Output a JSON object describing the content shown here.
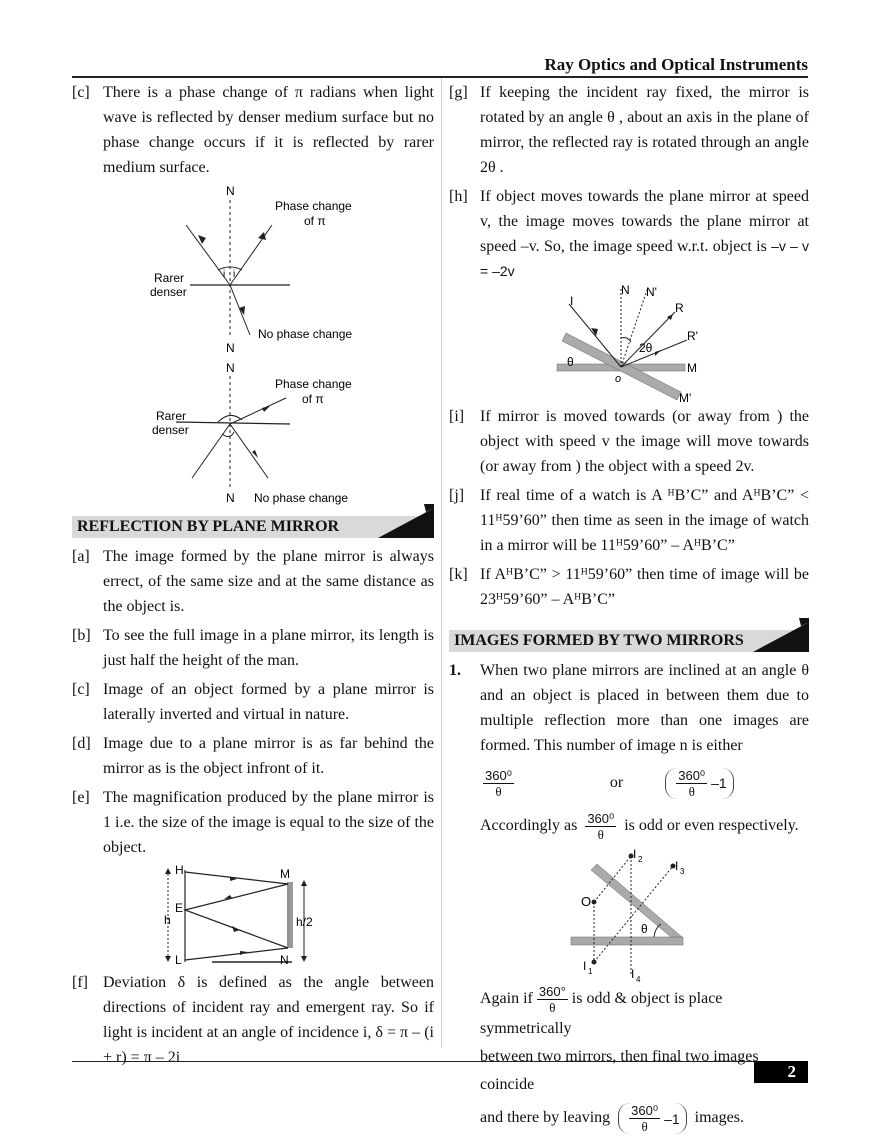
{
  "header": {
    "title": "Ray Optics and Optical Instruments"
  },
  "footer": {
    "page_number": "2"
  },
  "left": {
    "item_c": {
      "label": "[c]",
      "text": "There is a phase change of π radians when light wave is reflected by denser medium surface but no phase change occurs if it is reflected by rarer medium surface."
    },
    "fig1": {
      "n_top": "N",
      "n_bottom": "N",
      "phase_change": "Phase change",
      "of_pi": "of π",
      "rarer": "Rarer",
      "denser": "denser",
      "no_phase": "No phase change",
      "i1": "i",
      "i2": "i"
    },
    "fig2": {
      "n_top": "N",
      "n_bottom": "N",
      "phase_change": "Phase change",
      "of_pi": "of π",
      "rarer": "Rarer",
      "denser": "denser",
      "no_phase": "No phase change"
    },
    "section_title": "REFLECTION BY PLANE MIRROR",
    "items": [
      {
        "label": "[a]",
        "text": "The image formed by the plane mirror is always errect, of the same size and at the same distance as the object is."
      },
      {
        "label": "[b]",
        "text": "To see the full image in a plane mirror, its length is just half the height of the man."
      },
      {
        "label": "[c]",
        "text": "Image of an object formed by a plane mirror is laterally inverted and virtual in nature."
      },
      {
        "label": "[d]",
        "text": "Image due to a plane mirror is as far behind the mirror as is the object infront of it."
      },
      {
        "label": "[e]",
        "text": "The magnification produced by the plane mirror is 1 i.e. the size of the image is equal to the size of the object."
      }
    ],
    "fig3": {
      "H": "H",
      "E": "E",
      "L": "L",
      "M": "M",
      "N": "N",
      "h": "h",
      "h2": "h/2"
    },
    "item_f": {
      "label": "[f]",
      "text": "Deviation δ is defined as the angle between directions of incident ray and emergent ray. So if light is incident at an angle of incidence i, δ = π – (i + r) = π – 2i"
    }
  },
  "right": {
    "item_g": {
      "label": "[g]",
      "text": "If keeping the incident ray fixed, the mirror is rotated by an angle θ , about an axis in the plane of mirror, the reflected ray is rotated through an angle 2θ ."
    },
    "item_h": {
      "label": "[h]",
      "text": "If object moves towards the plane mirror at speed v, the image moves towards the plane mirror at speed –v. So, the image speed w.r.t. object is",
      "formula": "–v – v = –2v"
    },
    "fig4": {
      "I": "I",
      "N": "N",
      "N_prime": "N'",
      "R": "R",
      "R_prime": "R'",
      "two_theta": "2θ",
      "theta": "θ",
      "M": "M",
      "M_prime": "M'",
      "O": "o"
    },
    "item_i": {
      "label": "[i]",
      "text": "If mirror is moved towards (or away from ) the object with speed  v the image will move towards (or away from ) the object with a speed 2v."
    },
    "item_j": {
      "label": "[j]",
      "text": "If real time of a watch is A ᴴB’C” and AᴴB’C” < 11ᴴ59’60” then time as seen in the image of watch in a mirror will be 11ᴴ59’60” – AᴴB’C”"
    },
    "item_k": {
      "label": "[k]",
      "text": "If AᴴB’C” > 11ᴴ59’60” then time of image will be 23ᴴ59’60” – AᴴB’C”"
    },
    "section_title": "IMAGES FORMED BY TWO MIRRORS",
    "item_1": {
      "label": "1.",
      "text": "When two plane mirrors are inclined at an angle θ and an object is placed in between them due to multiple reflection more than one images are formed. This number of image n is either"
    },
    "formula_row": {
      "num": "360⁰",
      "den": "θ",
      "or": "or",
      "minus_one": "–1"
    },
    "accordingly": {
      "prefix": "Accordingly as",
      "num": "360⁰",
      "den": "θ",
      "suffix": "is odd or even respectively."
    },
    "fig5": {
      "O": "O",
      "I1": "I",
      "I1_sub": "1",
      "I2": "I",
      "I2_sub": "2",
      "I3": "I",
      "I3_sub": "3",
      "I4": "I",
      "I4_sub": "4",
      "theta": "θ"
    },
    "again": {
      "prefix": "Again if",
      "num": "360°",
      "den": "θ",
      "suffix": "is odd & object is place symmetrically",
      "line2": "between two mirrors, then final two images coincide",
      "line3_prefix": "and there by leaving",
      "num2": "360⁰",
      "den2": "θ",
      "minus_one": "–1",
      "line3_suffix": "images."
    }
  }
}
